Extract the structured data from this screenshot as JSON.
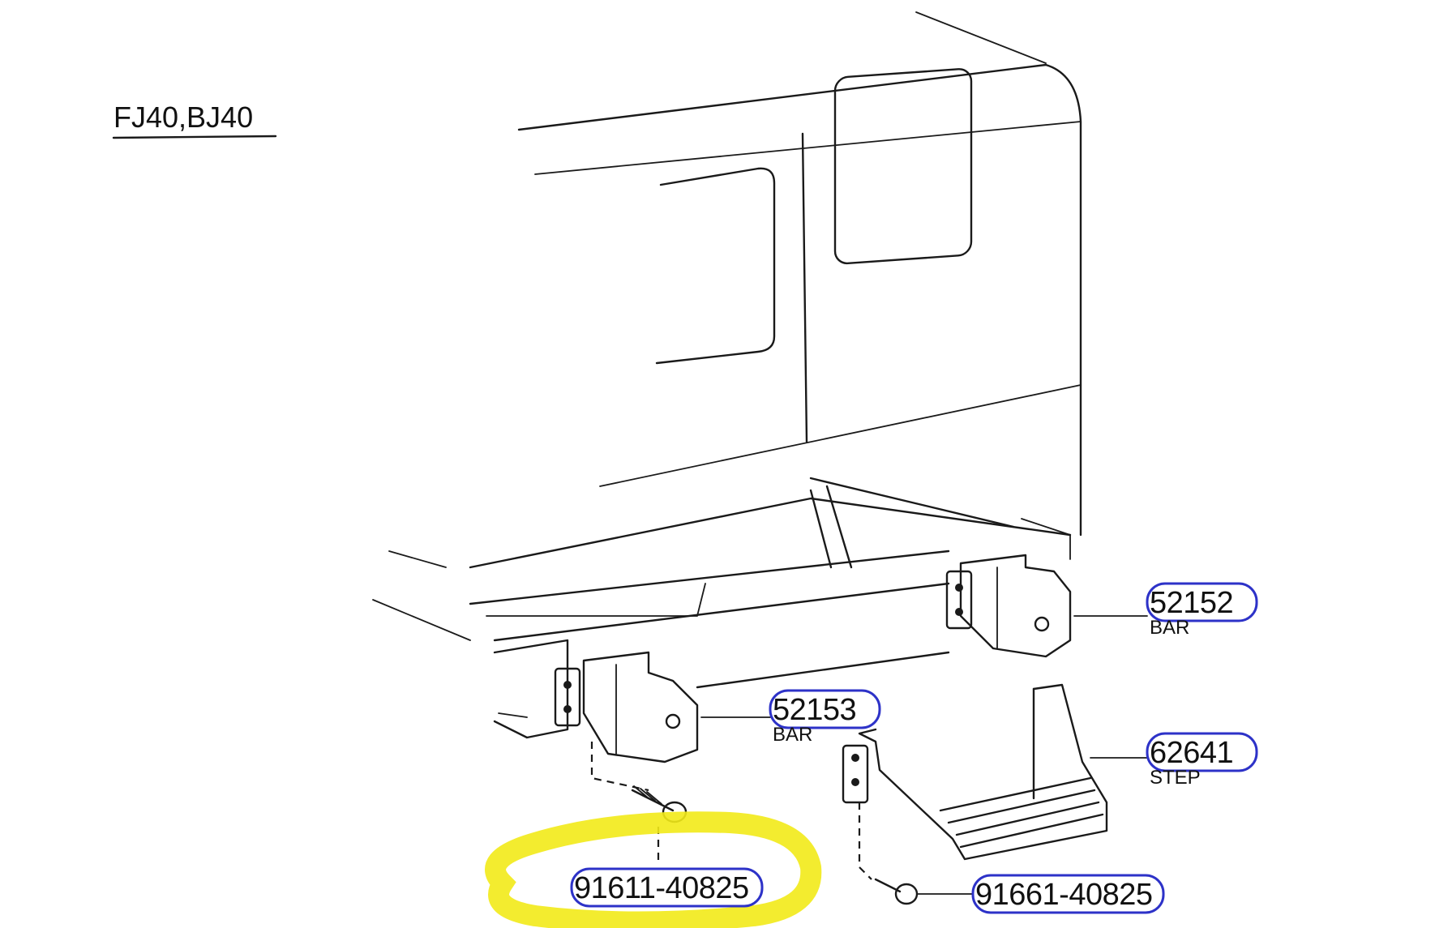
{
  "model_label": "FJ40,BJ40",
  "colors": {
    "highlight": "#f2ea18",
    "callout_outline": "#2d32c8",
    "ink": "#1a1a1a"
  },
  "parts": [
    {
      "number": "52152",
      "name": "BAR"
    },
    {
      "number": "52153",
      "name": "BAR"
    },
    {
      "number": "62641",
      "name": "STEP"
    },
    {
      "number": "91611-40825",
      "name": ""
    },
    {
      "number": "91661-40825",
      "name": ""
    }
  ]
}
